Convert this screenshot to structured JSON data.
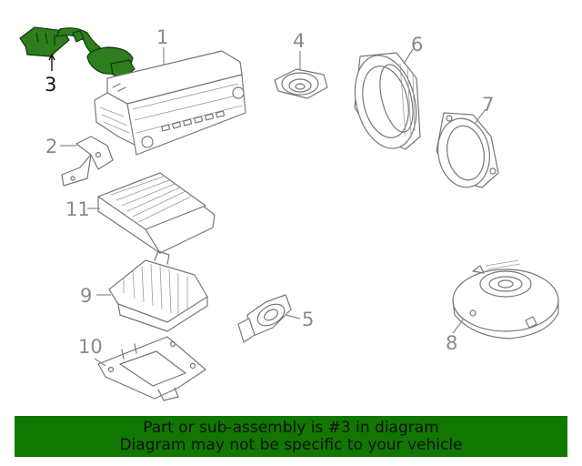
{
  "callouts": {
    "c1": "1",
    "c2": "2",
    "c3": "3",
    "c4": "4",
    "c5": "5",
    "c6": "6",
    "c7": "7",
    "c8": "8",
    "c9": "9",
    "c10": "10",
    "c11": "11"
  },
  "highlighted_part": "3",
  "banner": {
    "line1": "Part or sub-assembly is #3 in diagram",
    "line2": "Diagram may not be specific to your vehicle"
  },
  "colors": {
    "highlight_fill": "#2e7d1e",
    "banner_bg": "#117700",
    "line": "#777777"
  }
}
